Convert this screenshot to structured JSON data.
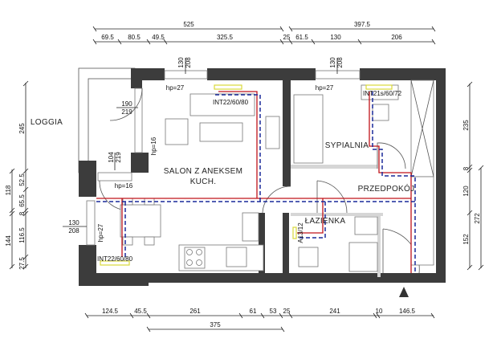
{
  "rooms": {
    "loggia": "LOGGIA",
    "salon_line1": "SALON Z ANEKSEM",
    "salon_line2": "KUCH.",
    "bedroom": "SYPIALNIA",
    "hall": "PRZEDPOKÓJ",
    "bathroom": "ŁAZIENKA"
  },
  "windows": {
    "top_left": {
      "w": "130",
      "h": "208"
    },
    "top_right": {
      "w": "130",
      "h": "208"
    },
    "loggia_door": {
      "w": "190",
      "h": "219"
    },
    "loggia_door2": {
      "w": "104",
      "h": "219"
    },
    "left": {
      "w": "130",
      "h": "208"
    }
  },
  "sill_heights": {
    "top_left": "hp=27",
    "top_right": "hp=27",
    "loggia_door": "hp=16",
    "loggia_door2": "hp=16",
    "left": "hp=27"
  },
  "radiators": {
    "salon": "INT22/60/80",
    "kitchen": "INT22/60/80",
    "bedroom": "INT21s/60/72",
    "bathroom": "A13/12"
  },
  "dimensions": {
    "top_total": [
      "525",
      "397.5"
    ],
    "top_parts": [
      "69.5",
      "80.5",
      "49.5",
      "325.5",
      "25",
      "61.5",
      "130",
      "206"
    ],
    "bottom_parts": [
      "124.5",
      "45.5",
      "261",
      "61",
      "53",
      "25",
      "241",
      "10",
      "146.5"
    ],
    "bottom_total": [
      "375"
    ],
    "left_parts": [
      "245",
      "52.5",
      "65.5",
      "8",
      "116.5",
      "27.5"
    ],
    "left_totals": [
      "118",
      "144"
    ],
    "right_parts": [
      "235",
      "8",
      "120",
      "152"
    ],
    "right_totals": [
      "272"
    ]
  }
}
